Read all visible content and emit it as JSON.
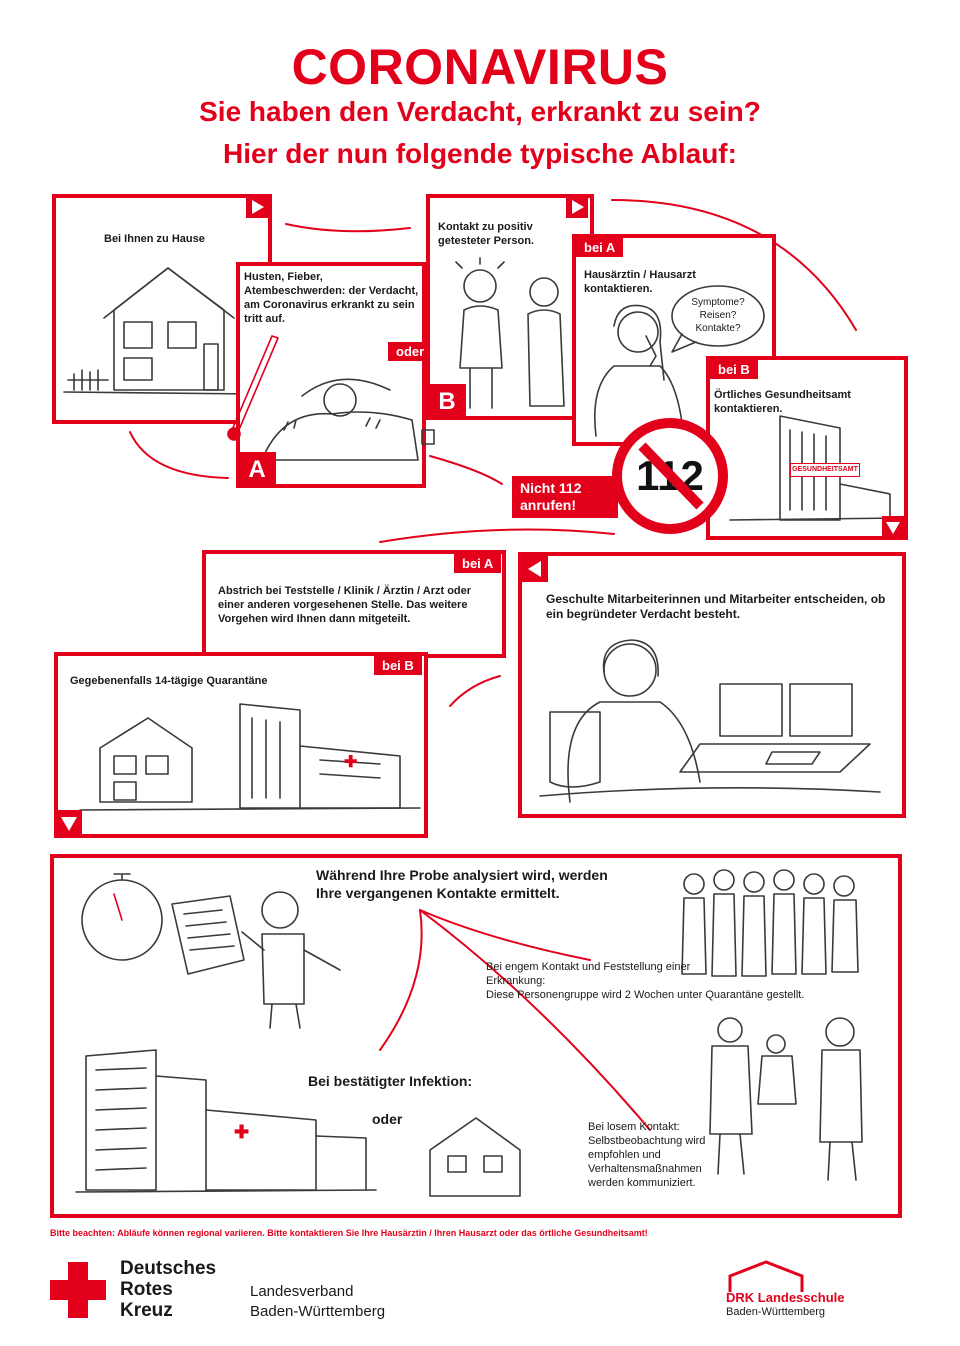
{
  "header": {
    "title": "CORONAVIRUS",
    "subtitle1": "Sie haben den Verdacht, erkrankt zu sein?",
    "subtitle2": "Hier der nun folgende typische Ablauf:"
  },
  "row1": {
    "home_text": "Bei Ihnen zu Hause",
    "symptoms_text": "Husten, Fieber, Atembeschwerden: der Verdacht, am Coronavirus erkrankt zu sein tritt auf.",
    "label_a": "A",
    "oder": "oder",
    "contact_text": "Kontakt zu positiv getesteter Person.",
    "label_b": "B",
    "bei_a": "bei A",
    "doctor_text": "Hausärztin / Hausarzt kontaktieren.",
    "speech": "Symptome? Reisen? Kontakte?",
    "bei_b": "bei B",
    "health_office_text": "Örtliches Gesundheitsamt kontaktieren.",
    "health_office_sign": "GESUNDHEITSAMT",
    "nicht112": "Nicht 112 anrufen!",
    "number112": "112"
  },
  "row2": {
    "bei_a": "bei A",
    "swab_text": "Abstrich bei Teststelle / Klinik / Ärztin / Arzt oder einer anderen vorgesehenen Stelle. Das weitere Vorgehen wird Ihnen dann mitgeteilt.",
    "bei_b": "bei B",
    "quarantine_text": "Gegebenenfalls 14-tägige Quarantäne",
    "staff_text": "Geschulte Mitarbeiterinnen und Mitarbeiter entscheiden, ob ein begründeter Verdacht besteht."
  },
  "row3": {
    "analysis_text": "Während Ihre Probe analysiert wird, werden Ihre vergangenen Kontakte ermittelt.",
    "close_contact_label": "Bei engem Kontakt und Feststellung einer Erkrankung:",
    "close_contact_text": "Diese Personengruppe wird 2 Wochen unter Quarantäne gestellt.",
    "confirmed": "Bei bestätigter Infektion:",
    "oder": "oder",
    "loose_contact_label": "Bei losem Kontakt:",
    "loose_contact_text": "Selbstbeobachtung wird empfohlen und Verhaltensmaßnahmen werden kommuniziert."
  },
  "footer": {
    "note": "Bitte beachten: Abläufe können regional variieren. Bitte kontaktieren Sie Ihre Hausärztin / Ihren Hausarzt oder das örtliche Gesundheitsamt!",
    "org_line1": "Deutsches",
    "org_line2": "Rotes",
    "org_line3": "Kreuz",
    "region_line1": "Landesverband",
    "region_line2": "Baden-Württemberg",
    "school_line1": "DRK Landesschule",
    "school_line2": "Baden-Württemberg"
  },
  "colors": {
    "accent": "#e3001b",
    "ink": "#1a1a1a"
  }
}
